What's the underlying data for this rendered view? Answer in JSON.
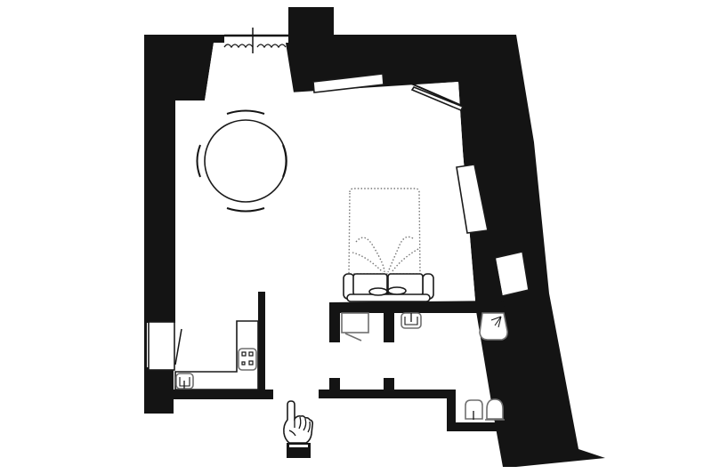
{
  "plan": {
    "type": "apartment-floor-plan",
    "colors": {
      "walls": "#141414",
      "background": "#ffffff",
      "fixtures_outline": "#6f6f6f"
    },
    "rooms": [
      {
        "id": "living-dining",
        "label": ""
      },
      {
        "id": "kitchen",
        "label": ""
      },
      {
        "id": "bedroom-area",
        "label": ""
      },
      {
        "id": "bathroom",
        "label": ""
      },
      {
        "id": "wc",
        "label": ""
      },
      {
        "id": "closet",
        "label": ""
      }
    ],
    "fixtures": [
      "window-radiator-top",
      "round-dining-table-4-chairs",
      "sofa-bed-unfolded",
      "kitchen-counter-with-hob",
      "kitchen-sink",
      "fridge",
      "wash-basin",
      "shower",
      "bidet",
      "toilet",
      "wardrobe",
      "entrance-pointer-hand"
    ],
    "entrance": {
      "icon": "pointing-hand-icon"
    }
  }
}
